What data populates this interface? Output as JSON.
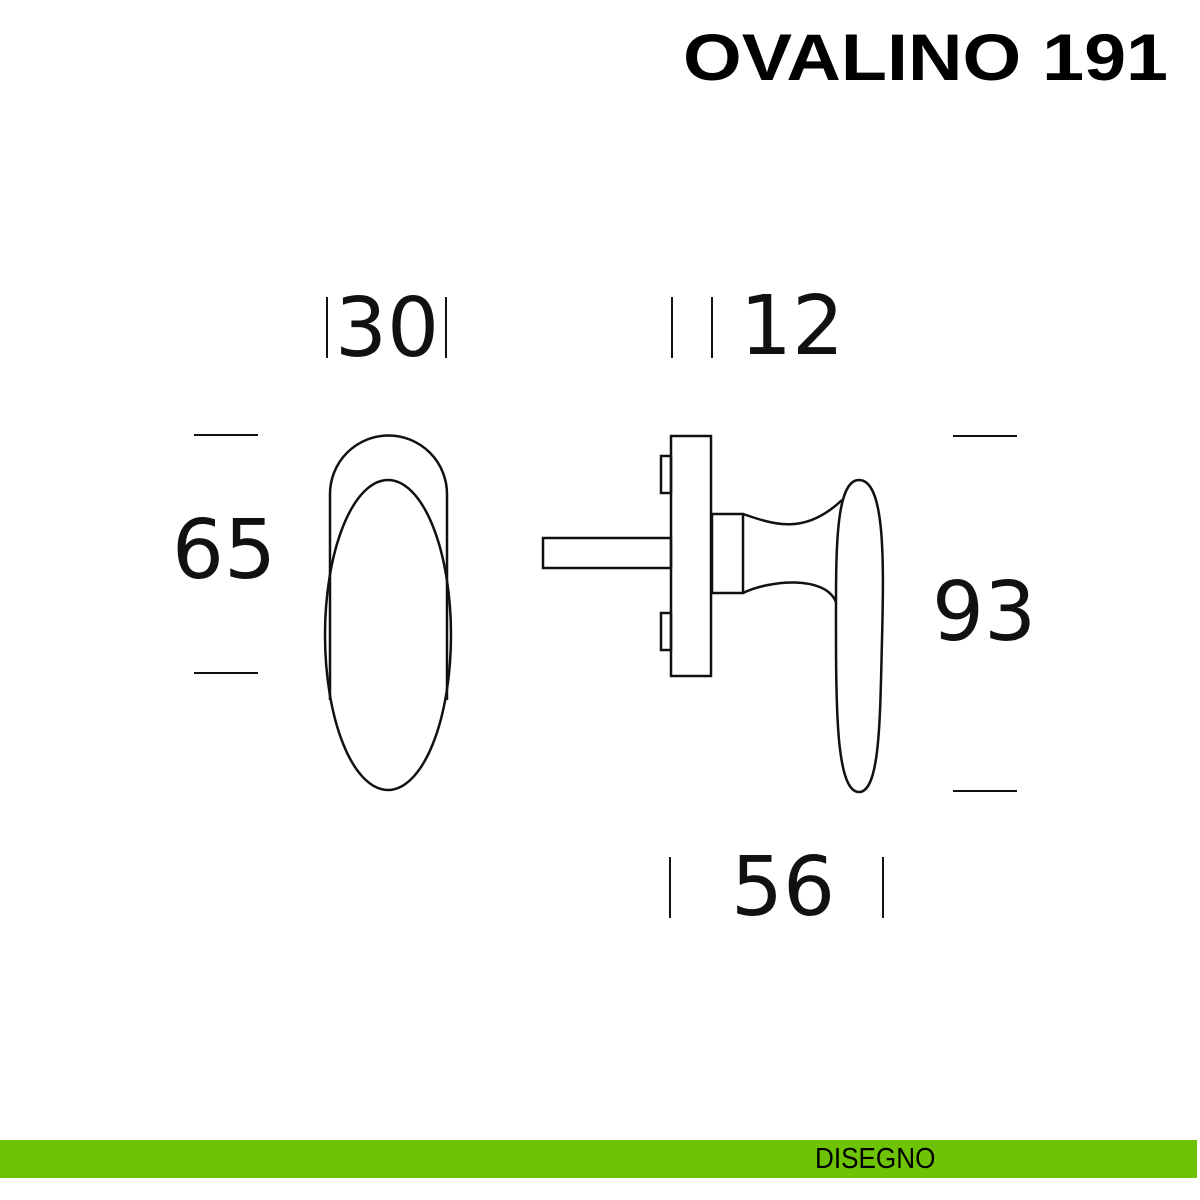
{
  "title": "OVALINO 191",
  "dimensions": {
    "front_width": "30",
    "rose_thickness": "12",
    "front_height": "65",
    "grip_height": "93",
    "projection": "56"
  },
  "footer": {
    "label": "DISEGNO",
    "color": "#6ec304"
  }
}
